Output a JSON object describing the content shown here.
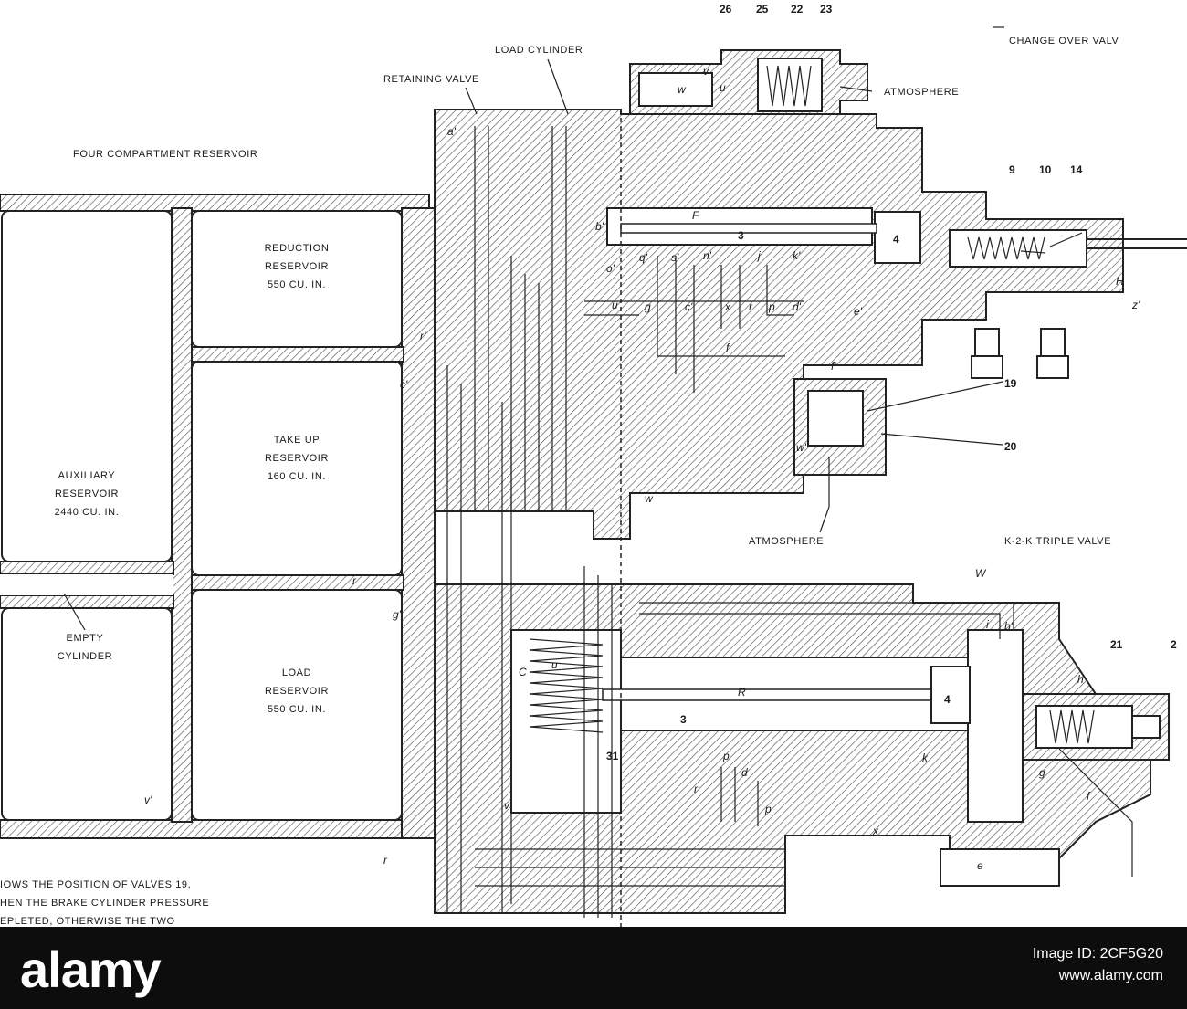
{
  "labels": {
    "load_cylinder": "LOAD CYLINDER",
    "change_over_valve": "CHANGE OVER VALV",
    "retaining_valve": "RETAINING VALVE",
    "atmosphere_top": "ATMOSPHERE",
    "four_compartment": "FOUR COMPARTMENT RESERVOIR",
    "reduction_l1": "REDUCTION",
    "reduction_l2": "RESERVOIR",
    "reduction_l3": "550 CU. IN.",
    "takeup_l1": "TAKE UP",
    "takeup_l2": "RESERVOIR",
    "takeup_l3": "160 CU. IN.",
    "aux_l1": "AUXILIARY",
    "aux_l2": "RESERVOIR",
    "aux_l3": "2440 CU. IN.",
    "load_res_l1": "LOAD",
    "load_res_l2": "RESERVOIR",
    "load_res_l3": "550 CU. IN.",
    "empty_l1": "EMPTY",
    "empty_l2": "CYLINDER",
    "atmosphere_mid": "ATMOSPHERE",
    "k2k": "K-2-K TRIPLE VALVE",
    "note_l1": "IOWS THE POSITION OF VALVES 19,",
    "note_l2": "HEN THE BRAKE CYLINDER PRESSURE",
    "note_l3": "EPLETED, OTHERWISE THE TWO"
  },
  "numbers": {
    "n26": "26",
    "n25": "25",
    "n22": "22",
    "n23": "23",
    "n9": "9",
    "n10": "10",
    "n14": "14",
    "n4a": "4",
    "n3a": "3",
    "n19": "19",
    "n20": "20",
    "n21": "21",
    "n2": "2",
    "n3b": "3",
    "n4b": "4",
    "n31": "31"
  },
  "letters": {
    "a1": "a'",
    "b1": "b'",
    "F": "F",
    "H": "H",
    "z1": "z'",
    "o1": "o'",
    "q1": "q'",
    "s1": "s'",
    "n1": "n'",
    "j1": "j'",
    "k1": "k'",
    "u": "u",
    "g": "g",
    "c1": "c'",
    "x": "x",
    "r": "r",
    "p": "p",
    "d1": "d'",
    "e1": "e'",
    "f1": "f",
    "f2": "f'",
    "r1": "r'",
    "c2": "c'",
    "w1": "w",
    "w2": "w'",
    "W": "W",
    "i": "i",
    "b2": "b'",
    "h": "h",
    "g2": "g",
    "f3": "f",
    "r2": "r",
    "g1": "g'",
    "u2": "u",
    "C": "C",
    "R": "R",
    "k": "k",
    "v1": "v'",
    "v2": "v",
    "p2": "p",
    "d2": "d",
    "r3": "r",
    "p3": "p",
    "x1": "x",
    "e": "e",
    "r4": "r",
    "uu": "u",
    "wv": "w",
    "vu": "v"
  },
  "footer": {
    "brand": "alamy",
    "line1": "Image ID: 2CF5G20",
    "line2": "www.alamy.com"
  },
  "colors": {
    "ink": "#222222",
    "paper": "#ffffff",
    "banner": "#0d0d0d"
  }
}
